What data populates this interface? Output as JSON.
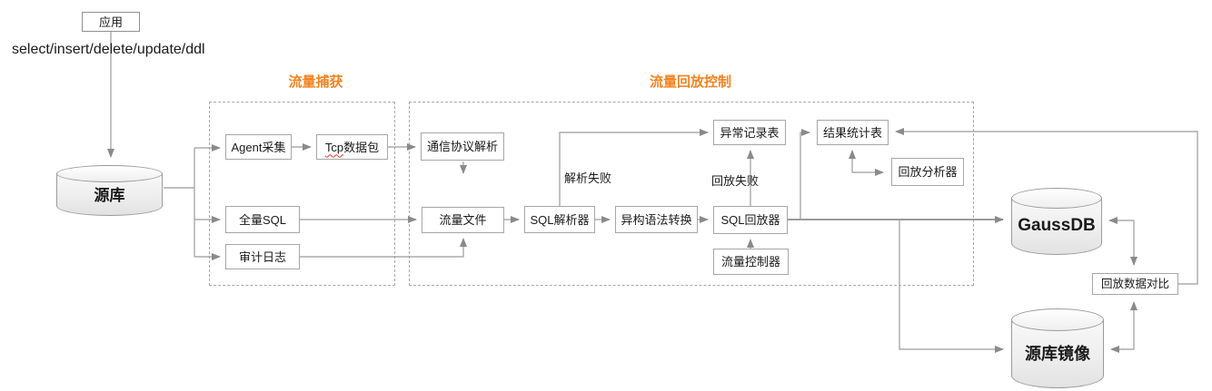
{
  "app_flow": {
    "app_label": "应用",
    "sql_types": "select/insert/delete/update/ddl"
  },
  "sections": {
    "capture_title": "流量捕获",
    "replay_title": "流量回放控制"
  },
  "databases": {
    "source": "源库",
    "gauss": "GaussDB",
    "mirror": "源库镜像"
  },
  "capture": {
    "agent": "Agent采集",
    "tcp_prefix": "Tcp",
    "tcp_suffix": "数据包",
    "full_sql": "全量SQL",
    "audit_log": "审计日志"
  },
  "replay": {
    "protocol_parse": "通信协议解析",
    "traffic_file": "流量文件",
    "sql_parser": "SQL解析器",
    "syntax_convert": "异构语法转换",
    "sql_replayer": "SQL回放器",
    "traffic_controller": "流量控制器",
    "exception_table": "异常记录表",
    "result_table": "结果统计表",
    "replay_analyzer": "回放分析器"
  },
  "compare": {
    "replay_compare": "回放数据对比"
  },
  "edge_labels": {
    "parse_fail": "解析失败",
    "replay_fail": "回放失败"
  },
  "colors": {
    "section_title_orange": "#f5821f",
    "connector_gray": "#9b9b9b",
    "arrow_gray": "#8a8a8a",
    "box_border_gray": "#a6a6a6",
    "spellcheck_red": "#e03c31"
  }
}
